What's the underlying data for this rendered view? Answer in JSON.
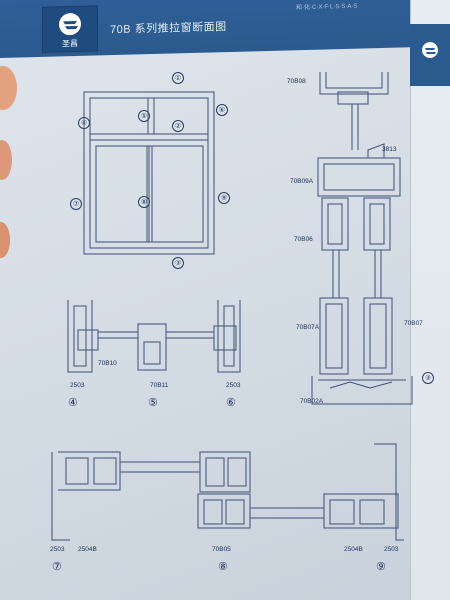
{
  "header": {
    "title": "70B 系列推拉窗断面图",
    "logo_caption": "圣昌",
    "note": "和·化·C·X·F·L·S·S·A·S"
  },
  "window_elevation": {
    "callouts": [
      "①",
      "②",
      "③",
      "④",
      "⑤",
      "⑥",
      "⑦",
      "⑧",
      "⑨"
    ]
  },
  "vertical_section": {
    "labels": [
      "70B08",
      "3813",
      "70B09A",
      "70B06",
      "70B07A",
      "70B07",
      "70B02A"
    ],
    "callout": "③"
  },
  "section_456": {
    "profiles": [
      "2503",
      "70B10",
      "70B11",
      "2503"
    ],
    "callouts": [
      "④",
      "⑤",
      "⑥"
    ]
  },
  "section_789": {
    "profiles": [
      "2503",
      "2504B",
      "70B05",
      "2504B",
      "2503"
    ],
    "callouts": [
      "⑦",
      "⑧",
      "⑨"
    ]
  }
}
